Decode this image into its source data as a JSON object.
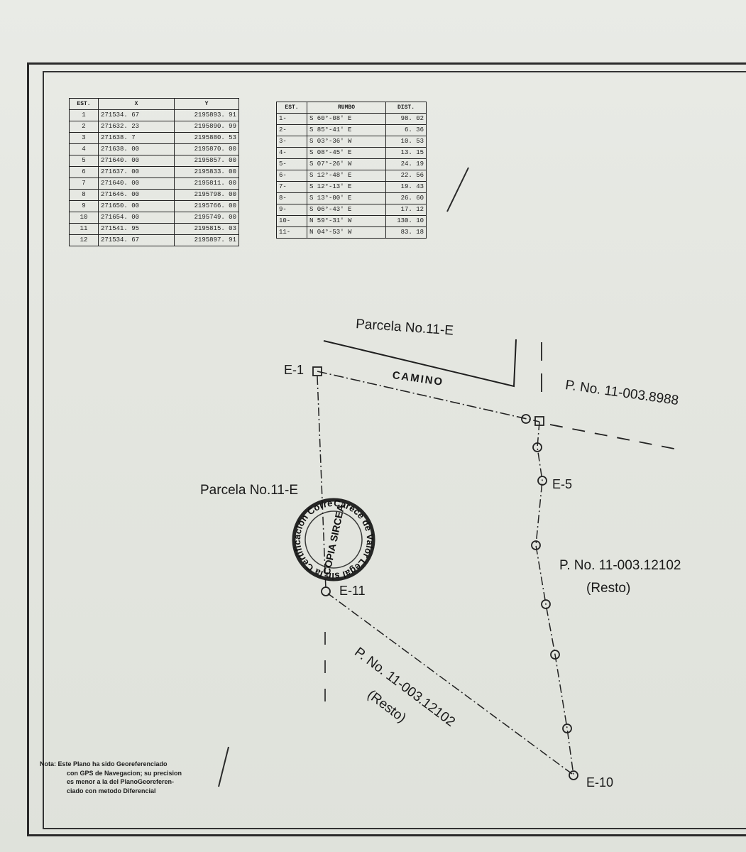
{
  "coordinate_table": {
    "headers": [
      "EST.",
      "X",
      "Y"
    ],
    "rows": [
      [
        "1",
        "271534. 67",
        "2195893. 91"
      ],
      [
        "2",
        "271632. 23",
        "2195890. 99"
      ],
      [
        "3",
        "271638. 7",
        "2195880. 53"
      ],
      [
        "4",
        "271638. 00",
        "2195870. 00"
      ],
      [
        "5",
        "271640. 00",
        "2195857. 00"
      ],
      [
        "6",
        "271637. 00",
        "2195833. 00"
      ],
      [
        "7",
        "271640. 00",
        "2195811. 00"
      ],
      [
        "8",
        "271646. 00",
        "2195798. 00"
      ],
      [
        "9",
        "271650. 00",
        "2195766. 00"
      ],
      [
        "10",
        "271654. 00",
        "2195749. 00"
      ],
      [
        "11",
        "271541. 95",
        "2195815. 03"
      ],
      [
        "12",
        "271534. 67",
        "2195897. 91"
      ]
    ]
  },
  "rumbo_table": {
    "headers": [
      "EST.",
      "RUMBO",
      "DIST."
    ],
    "rows": [
      [
        "1-",
        "S 60°-08' E",
        "98. 02"
      ],
      [
        "2-",
        "S 85°-41' E",
        "6. 36"
      ],
      [
        "3-",
        "S 03°-36' W",
        "10. 53"
      ],
      [
        "4-",
        "S 08°-45' E",
        "13. 15"
      ],
      [
        "5-",
        "S 07°-26' W",
        "24. 19"
      ],
      [
        "6-",
        "S 12°-48' E",
        "22. 56"
      ],
      [
        "7-",
        "S 12°-13' E",
        "19. 43"
      ],
      [
        "8-",
        "S 13°-00' E",
        "26. 60"
      ],
      [
        "9-",
        "S 06°-43' E",
        "17. 12"
      ],
      [
        "10-",
        "N 59°-31' W",
        "130. 10"
      ],
      [
        "11-",
        "N 04°-53' W",
        "83. 18"
      ]
    ]
  },
  "plan_labels": {
    "parcela_north": "Parcela No.11-E",
    "camino": "CAMINO",
    "p_east_top": "P. No. 11-003.8988",
    "e1": "E-1",
    "e5": "E-5",
    "parcela_west": "Parcela No.11-E",
    "p_east_mid": "P. No. 11-003.12102",
    "p_east_mid_resto": "(Resto)",
    "e11": "E-11",
    "p_south": "P. No. 11-003.12102",
    "p_south_resto": "(Resto)",
    "e10": "E-10"
  },
  "stamp": {
    "ring_text": "Carece de Valor Legal sin la Certificación Correspondiente",
    "center_text": "COPIA SIRCEA"
  },
  "note": {
    "lines": [
      "Nota: Este Plano ha sido Georeferenciado",
      "con GPS de Navegacion; su precision",
      "es menor a la del PlanoGeoreferen-",
      "ciado con metodo Diferencial"
    ]
  }
}
